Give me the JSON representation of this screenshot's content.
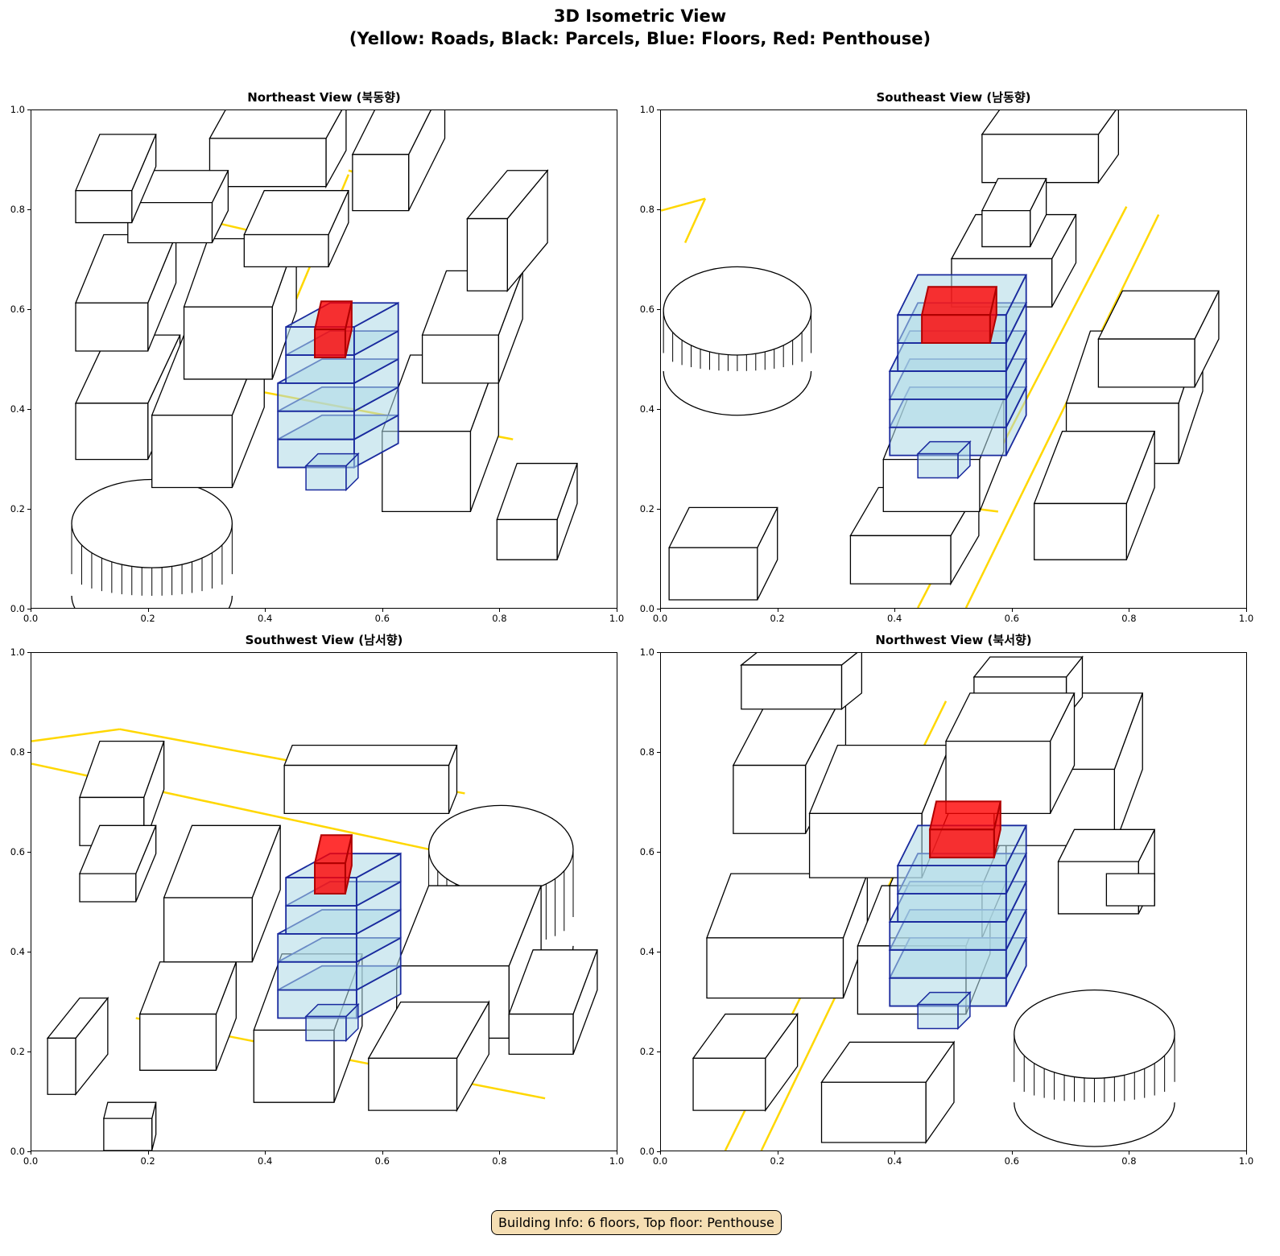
{
  "title_line1": "3D Isometric View",
  "title_line2": "(Yellow: Roads, Black: Parcels, Blue: Floors, Red: Penthouse)",
  "panels": [
    {
      "title": "Northeast View (북동향)"
    },
    {
      "title": "Southeast View (남동향)"
    },
    {
      "title": "Southwest View (남서향)"
    },
    {
      "title": "Northwest View (북서향)"
    }
  ],
  "info": "Building Info: 6 floors, Top floor: Penthouse",
  "colors": {
    "road": "#ffd700",
    "parcel": "#000000",
    "floor_fill": "#add8e6",
    "floor_edge": "#1a2a9e",
    "penthouse": "#ff0000"
  },
  "chart_data": {
    "type": "diagram",
    "title": "3D Isometric View (Yellow: Roads, Black: Parcels, Blue: Floors, Red: Penthouse)",
    "xticks": [
      "0.0",
      "0.2",
      "0.4",
      "0.6",
      "0.8",
      "1.0"
    ],
    "yticks": [
      "0.0",
      "0.2",
      "0.4",
      "0.6",
      "0.8",
      "1.0"
    ],
    "xlim": [
      0,
      1
    ],
    "ylim": [
      0,
      1
    ],
    "floors": 6,
    "top_floor": "Penthouse"
  }
}
